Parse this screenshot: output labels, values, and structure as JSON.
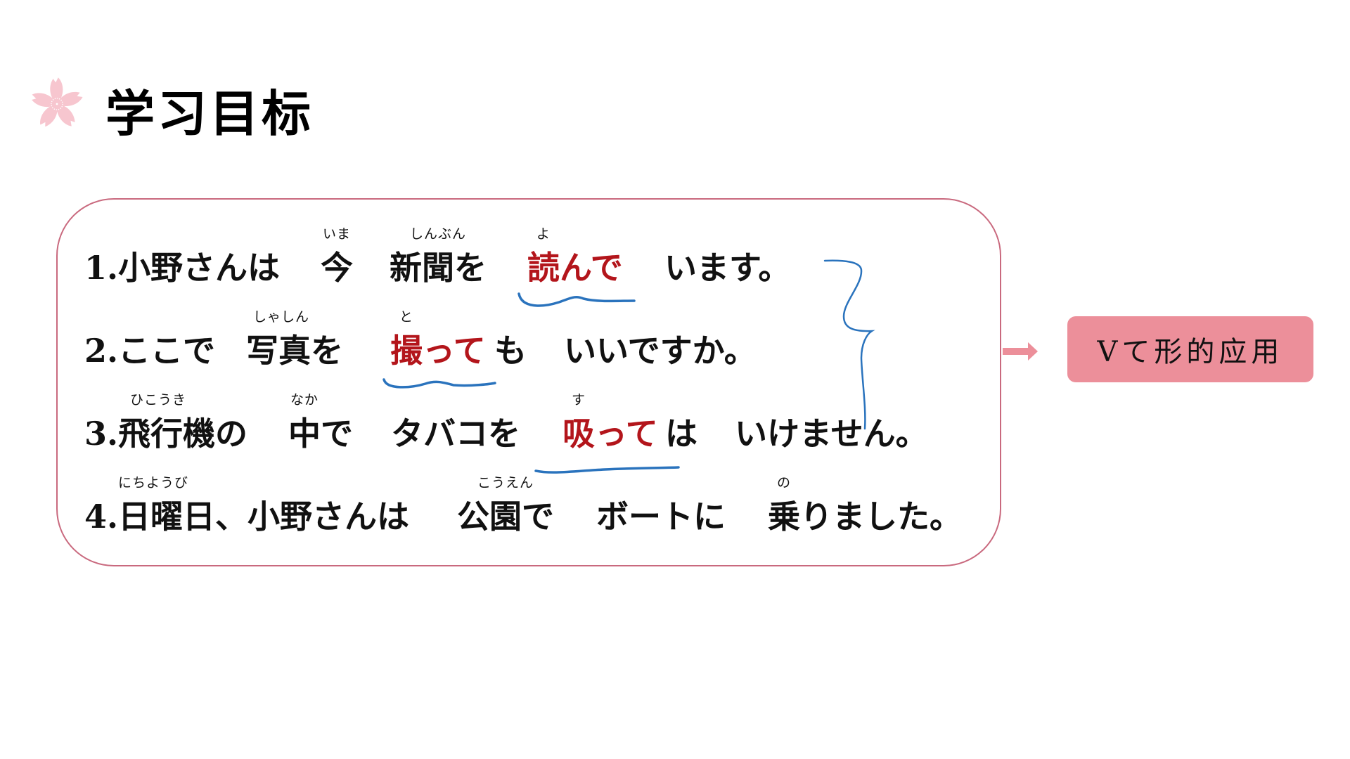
{
  "header": {
    "icon": "sakura-flower-icon",
    "title": "学习目标"
  },
  "colors": {
    "accent_pink": "#ec8f9a",
    "panel_border": "#c9697e",
    "highlight_red": "#b3151b",
    "annotation_blue": "#2a73bd",
    "sakura": "#f7c6cf"
  },
  "sentences": [
    {
      "number": "1.",
      "segments": [
        {
          "text": "1.小野さんは",
          "ruby": ""
        },
        {
          "text": "今",
          "ruby": "いま"
        },
        {
          "text": "新聞を",
          "ruby": "しんぶん"
        },
        {
          "text": "読んで",
          "ruby": "よ",
          "highlight": true
        },
        {
          "text": "います。",
          "ruby": ""
        }
      ]
    },
    {
      "number": "2.",
      "segments": [
        {
          "text": "2.ここで",
          "ruby": ""
        },
        {
          "text": "写真を",
          "ruby": "しゃしん"
        },
        {
          "text": "撮って",
          "ruby": "と",
          "highlight": true
        },
        {
          "text": "も",
          "ruby": ""
        },
        {
          "text": "いいですか。",
          "ruby": ""
        }
      ]
    },
    {
      "number": "3.",
      "segments": [
        {
          "text": "3.飛行機の",
          "ruby": "ひこうき"
        },
        {
          "text": "中で",
          "ruby": "なか"
        },
        {
          "text": "タバコを",
          "ruby": ""
        },
        {
          "text": "吸って",
          "ruby": "す",
          "highlight": true
        },
        {
          "text": "は",
          "ruby": ""
        },
        {
          "text": "いけません。",
          "ruby": ""
        }
      ]
    },
    {
      "number": "4.",
      "segments": [
        {
          "text": "4.日曜日、小野さんは",
          "ruby": "にちようび"
        },
        {
          "text": "公園で",
          "ruby": "こうえん"
        },
        {
          "text": "ボートに",
          "ruby": ""
        },
        {
          "text": "乗りました。",
          "ruby": "の"
        }
      ]
    }
  ],
  "result": {
    "arrow": "right-arrow-icon",
    "label": "Vて形的应用"
  }
}
